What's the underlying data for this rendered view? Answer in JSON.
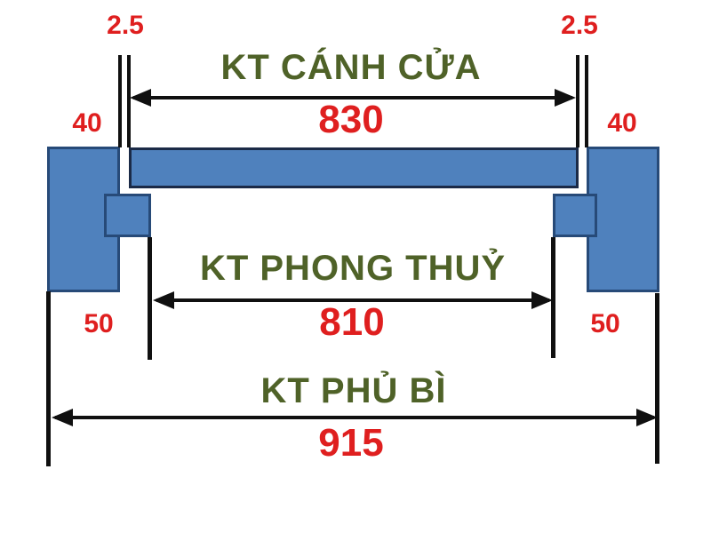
{
  "colors": {
    "frame_fill": "#4f81bd",
    "frame_border": "#274a78",
    "leaf_border": "#1b2a47",
    "dimension_line": "#101010",
    "value_red": "#df1f1f",
    "label_olive": "#4f6228",
    "background": "#ffffff"
  },
  "frame": {
    "gap_top_left": "2.5",
    "gap_top_right": "2.5",
    "jamb_top_left": "40",
    "jamb_top_right": "40",
    "jamb_bottom_left": "50",
    "jamb_bottom_right": "50"
  },
  "dimensions": {
    "door_leaf": {
      "label": "KT CÁNH CỬA",
      "value": "830"
    },
    "feng_shui": {
      "label": "KT PHONG THUỶ",
      "value": "810"
    },
    "overall": {
      "label": "KT PHỦ BÌ",
      "value": "915"
    }
  }
}
